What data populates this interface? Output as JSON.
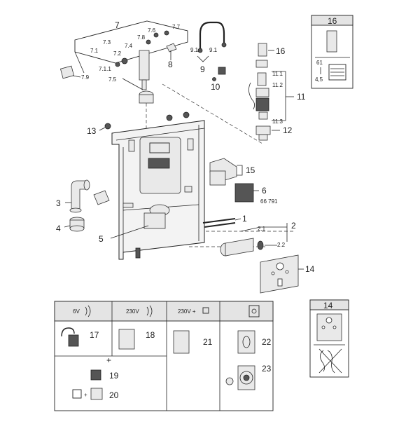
{
  "labels": {
    "l1": "1",
    "l2": "2",
    "l2_1": "2.1",
    "l2_2": "2.2",
    "l3": "3",
    "l4": "4",
    "l5": "5",
    "l6": "6",
    "l6_num": "66 791",
    "l7": "7",
    "l7_1": "7.1",
    "l7_1_1": "7.1.1",
    "l7_2": "7.2",
    "l7_3": "7.3",
    "l7_4": "7.4",
    "l7_5": "7.5",
    "l7_6": "7.6",
    "l7_7": "7.7",
    "l7_8": "7.8",
    "l7_9": "7.9",
    "l8": "8",
    "l9": "9",
    "l9_1a": "9.1",
    "l9_1b": "9.1",
    "l10": "10",
    "l11": "11",
    "l11_1": "11.1",
    "l11_2": "11.2",
    "l11_3": "11.3",
    "l12": "12",
    "l13": "13",
    "l14": "14",
    "l15": "15",
    "l16": "16"
  },
  "box16": {
    "title": "16",
    "label_61": "61",
    "label_45": "4,5"
  },
  "box14": {
    "title": "14"
  },
  "accessories": {
    "head_6v": "6V",
    "head_230v": "230V",
    "head_230v_plus": "230V +",
    "plus_sign": "+",
    "items": {
      "i17": "17",
      "i18": "18",
      "i19": "19",
      "i20": "20",
      "i21": "21",
      "i22": "22",
      "i23": "23"
    }
  },
  "colors": {
    "line": "#222222",
    "part_fill": "#e9e9e9",
    "header_fill": "#e4e4e4"
  }
}
